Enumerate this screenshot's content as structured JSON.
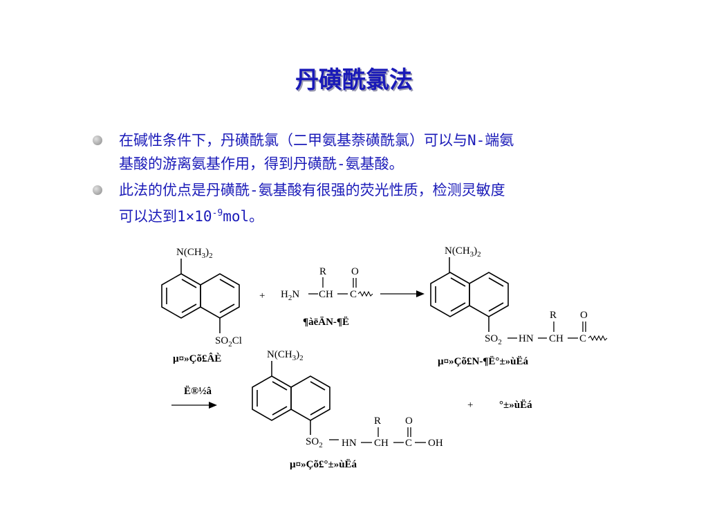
{
  "title": "丹磺酰氯法",
  "bullets": [
    {
      "line1": "在碱性条件下，丹磺酰氯（二甲氨基萘磺酰氯）可以与N-端氨",
      "line2": "基酸的游离氨基作用，得到丹磺酰-氨基酸。"
    },
    {
      "line1": "此法的优点是丹磺酰-氨基酸有很强的荧光性质，检测灵敏度",
      "line2_pre": "可以达到1×10",
      "line2_sup": "-9",
      "line2_post": "mol。"
    }
  ],
  "diagram": {
    "ncme2": "N(CH",
    "plus": "+",
    "h2n": "H",
    "nch": "N",
    "ch": "CH",
    "c": "C",
    "r": "R",
    "o": "O",
    "hn": "HN",
    "so2": "SO",
    "so2cl": "SO",
    "cl": "Cl",
    "oh": "OH",
    "label_dansyl_chloride": "µ¤»Çõ£ÂÈ",
    "label_peptide": "¶àëÄN-¶Ë",
    "label_dansyl_peptide": "µ¤»Çõ£N-¶Ë°±»ùËá",
    "label_hydrolysis": "Ë®½â",
    "label_dansyl_aa": "µ¤»Çõ£°±»ùËá",
    "label_free_aa": "°±»ùËá"
  },
  "colors": {
    "accent": "#1a1ab8"
  }
}
